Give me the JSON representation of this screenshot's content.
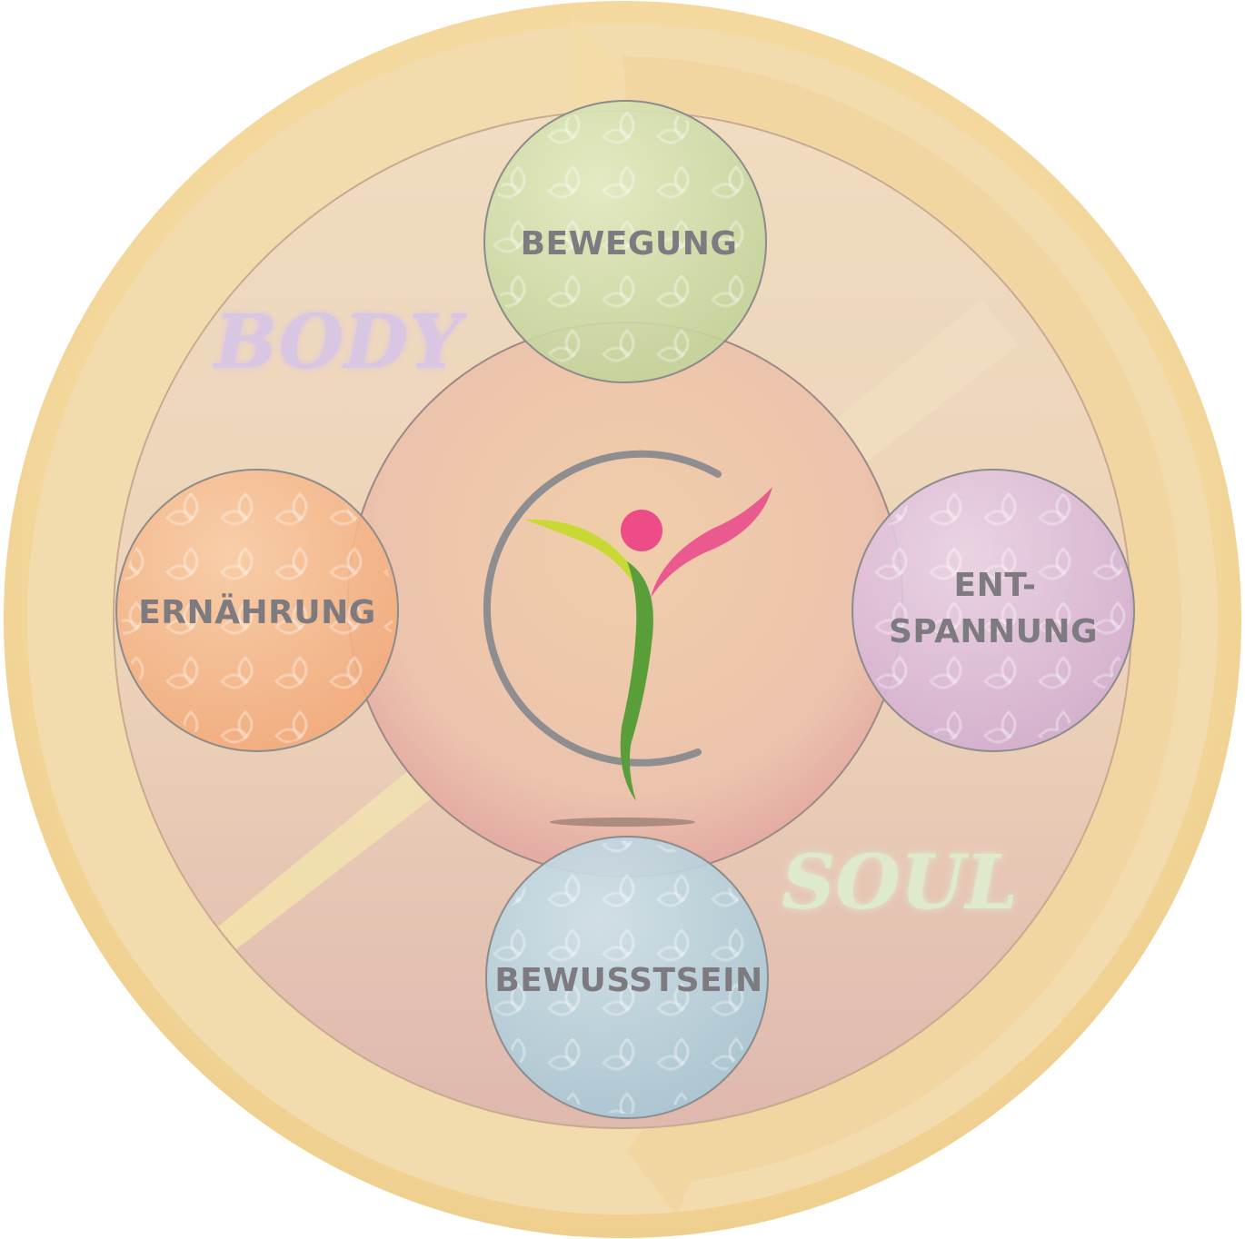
{
  "diagram": {
    "outer_word": "BODY",
    "inner_word": "SOUL",
    "bubbles": [
      {
        "id": "top",
        "label_lines": [
          "BEWEGUNG"
        ]
      },
      {
        "id": "left",
        "label_lines": [
          "ERNÄHRUNG"
        ]
      },
      {
        "id": "right",
        "label_lines": [
          "ENT-",
          "SPANNUNG"
        ]
      },
      {
        "id": "bottom",
        "label_lines": [
          "BEWUSSTSEIN"
        ]
      }
    ],
    "colors": {
      "outer_ring": "#f6dfa8",
      "disc_top": "#f1dcc0",
      "disc_bottom": "#e2bcb2",
      "bubble_top": "#cfdca8",
      "bubble_left": "#f5b88a",
      "bubble_right": "#dcbbd8",
      "bubble_bottom": "#b7d3de",
      "body_word": "#d9c6e3",
      "soul_word": "#dfeacd",
      "label_text": "#7d7a80",
      "logo_pink": "#ec4d88",
      "logo_green": "#5a9e3a",
      "logo_yellow": "#d7e032",
      "logo_ring": "#8e8e90"
    }
  }
}
